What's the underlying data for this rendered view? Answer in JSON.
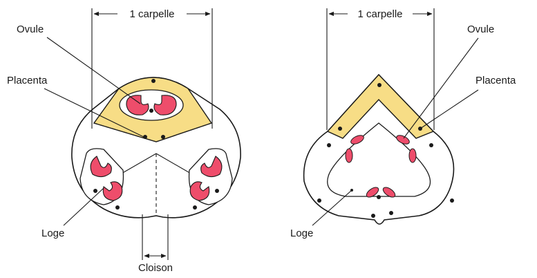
{
  "left_diagram": {
    "carpel_label": "1 carpelle",
    "ovule_label": "Ovule",
    "placenta_label": "Placenta",
    "loge_label": "Loge",
    "cloison_label": "Cloison"
  },
  "right_diagram": {
    "carpel_label": "1 carpelle",
    "ovule_label": "Ovule",
    "placenta_label": "Placenta",
    "loge_label": "Loge"
  },
  "colors": {
    "carpel_fill": "#f7dd86",
    "ovule_fill": "#ee4d6b",
    "outline": "#1a1a1a",
    "background": "#ffffff"
  }
}
